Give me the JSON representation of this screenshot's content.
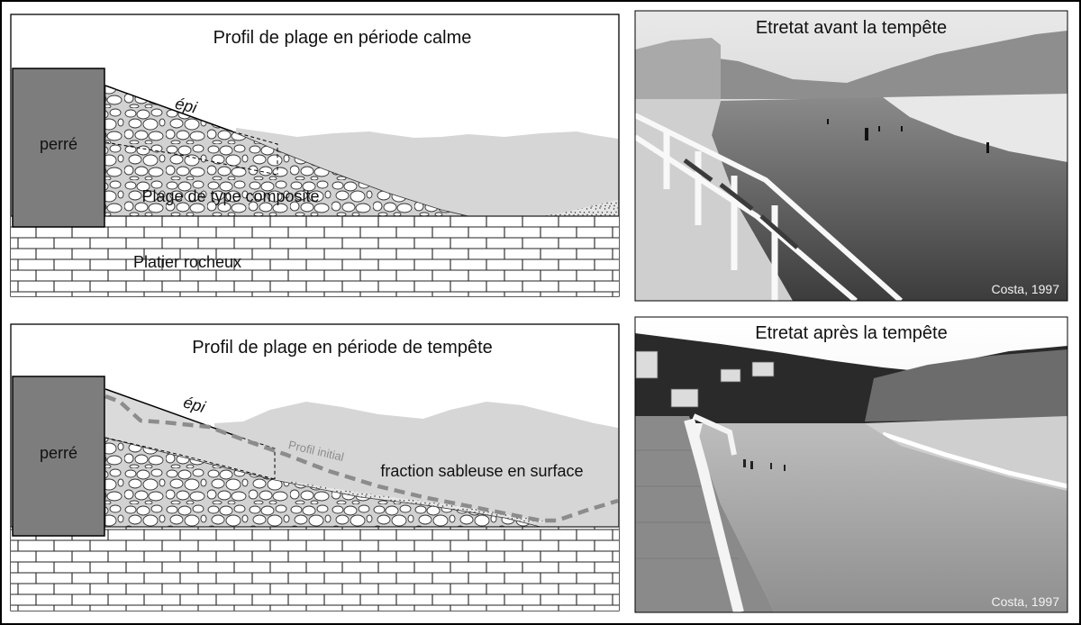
{
  "top_panel": {
    "title": "Profil de plage en période calme",
    "seawall_label": "perré",
    "groyne_label": "épi",
    "beach_label": "Plage de type composite",
    "platform_label": "Platier rocheux"
  },
  "bottom_panel": {
    "title": "Profil de plage en période de tempête",
    "seawall_label": "perré",
    "groyne_label": "épi",
    "initial_profile_label": "Profil initial",
    "sand_label": "fraction sableuse en surface"
  },
  "photo_before": {
    "title": "Etretat avant la tempête",
    "credit": "Costa, 1997"
  },
  "photo_after": {
    "title": "Etretat après la tempête",
    "credit": "Costa, 1997"
  },
  "colors": {
    "seawall": "#7d7d7d",
    "water": "#d6d6d6",
    "initial_profile": "#8c8c8c",
    "frame": "#000000"
  }
}
